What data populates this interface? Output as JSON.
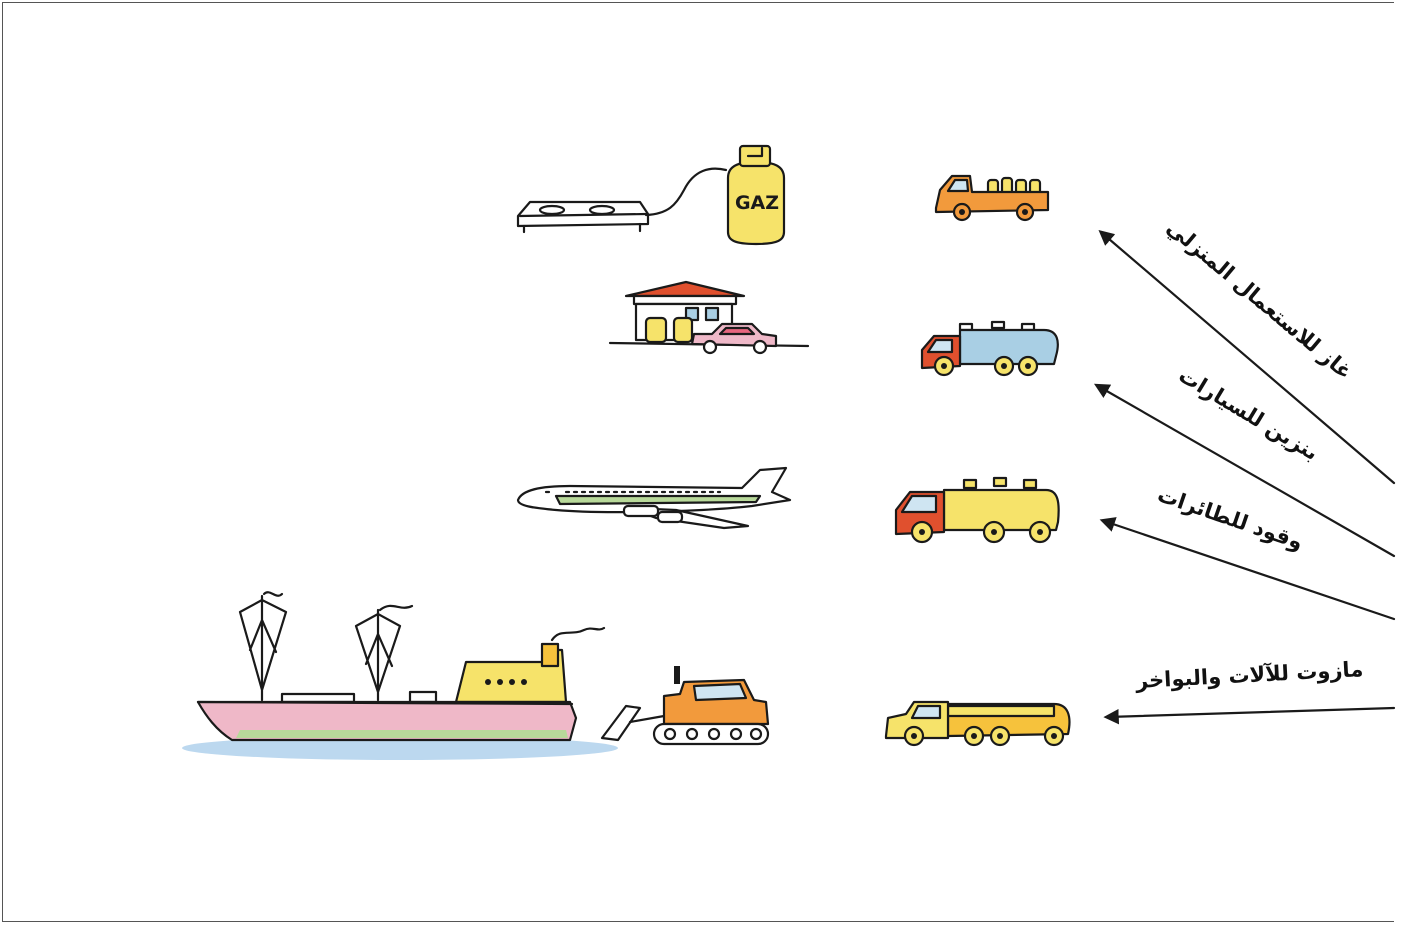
{
  "labels": {
    "gas": "غاز للاستعمال المنزلي",
    "petrol": "بنزين للسيارات",
    "jet_fuel": "وقود للطائرات",
    "fuel_oil": "مازوت للآلات والبواخر"
  },
  "gas_bottle_text": "GAZ",
  "colors": {
    "orange": "#f29a3c",
    "red": "#e0502e",
    "yellow": "#f6e36a",
    "light_blue": "#a9cfe4",
    "pink": "#efb8c8",
    "green": "#b8d99a",
    "water": "#bcd8ef",
    "ink": "#1a1a1a"
  },
  "icons": [
    "gas-stove-icon",
    "gas-bottle-icon",
    "fuel-station-icon",
    "car-icon",
    "airplane-icon",
    "ship-icon",
    "bulldozer-icon",
    "pickup-truck-icon",
    "tanker-truck-icon",
    "arrow-icon"
  ]
}
